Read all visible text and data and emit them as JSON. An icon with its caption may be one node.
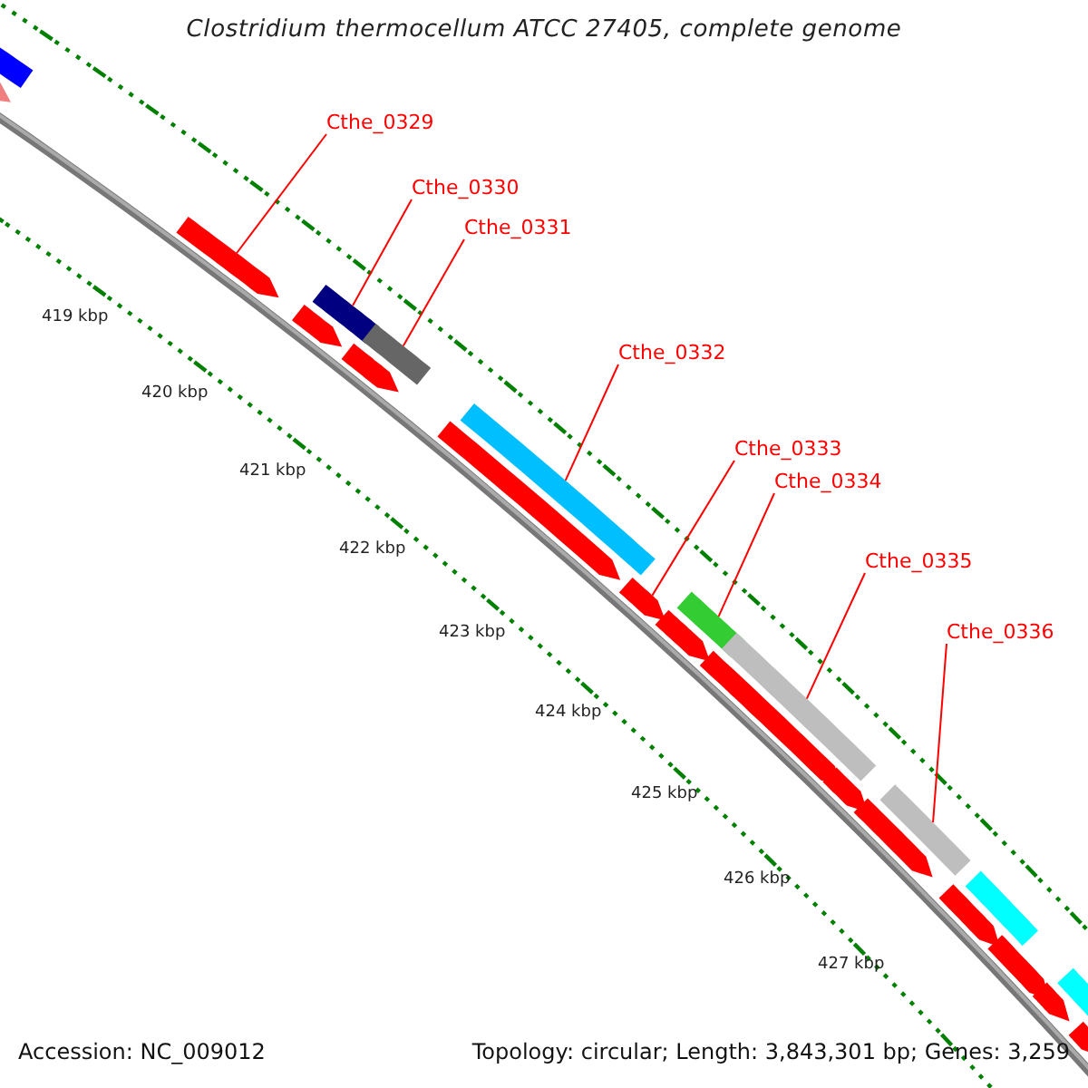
{
  "diagram": {
    "title": "Clostridium thermocellum ATCC 27405, complete genome",
    "nodes": [
      {
        "text": [
          "Cthe_0329"
        ]
      },
      {
        "text": [
          "Cthe_0330"
        ]
      },
      {
        "text": [
          "Cthe_0331"
        ]
      },
      {
        "text": [
          "Cthe_0332"
        ]
      },
      {
        "text": [
          "Cthe_0333"
        ]
      },
      {
        "text": [
          "Cthe_0334"
        ]
      },
      {
        "text": [
          "Cthe_0335"
        ]
      },
      {
        "text": [
          "Cthe_0336"
        ]
      },
      {
        "text": [],
        "shape": "bar"
      },
      {
        "text": [],
        "shape": "pentagon"
      },
      {
        "text": [],
        "shape": "pentagon"
      },
      {
        "text": [],
        "shape": "pentagon"
      },
      {
        "text": [],
        "shape": "bar"
      },
      {
        "text": [],
        "shape": "pentagon"
      },
      {
        "text": [],
        "shape": "bar"
      },
      {
        "text": [],
        "shape": "pentagon"
      },
      {
        "text": [],
        "shape": "bar"
      },
      {
        "text": [],
        "shape": "pentagon"
      },
      {
        "text": [],
        "shape": "pentagon"
      },
      {
        "text": [],
        "shape": "bar"
      },
      {
        "text": [],
        "shape": "pentagon"
      },
      {
        "text": [],
        "shape": "bar"
      },
      {
        "text": [],
        "shape": "pentagon"
      },
      {
        "text": [],
        "shape": "pentagon"
      },
      {
        "text": [],
        "shape": "bar"
      },
      {
        "text": [],
        "shape": "pentagon"
      },
      {
        "text": [],
        "shape": "bar"
      },
      {
        "text": [],
        "shape": "pentagon"
      },
      {
        "text": [],
        "shape": "bar"
      },
      {
        "text": [],
        "shape": "pentagon"
      },
      {
        "text": [],
        "shape": "pentagon"
      }
    ],
    "edges": [
      {
        "from": 0,
        "to": 10,
        "arrow": "none"
      },
      {
        "from": 1,
        "to": 12,
        "arrow": "none"
      },
      {
        "from": 2,
        "to": 14,
        "arrow": "none"
      },
      {
        "from": 3,
        "to": 16,
        "arrow": "none"
      },
      {
        "from": 4,
        "to": 17,
        "arrow": "none"
      },
      {
        "from": 5,
        "to": 19,
        "arrow": "none"
      },
      {
        "from": 6,
        "to": 21,
        "arrow": "none"
      },
      {
        "from": 7,
        "to": 24,
        "arrow": "none"
      }
    ],
    "labels": [
      "419 kbp",
      "420 kbp",
      "421 kbp",
      "422 kbp",
      "423 kbp",
      "424 kbp",
      "425 kbp",
      "426 kbp",
      "427 kbp",
      "Accession: NC_009012",
      "Topology: circular; Length: 3,843,301 bp; Genes: 3,259"
    ]
  }
}
